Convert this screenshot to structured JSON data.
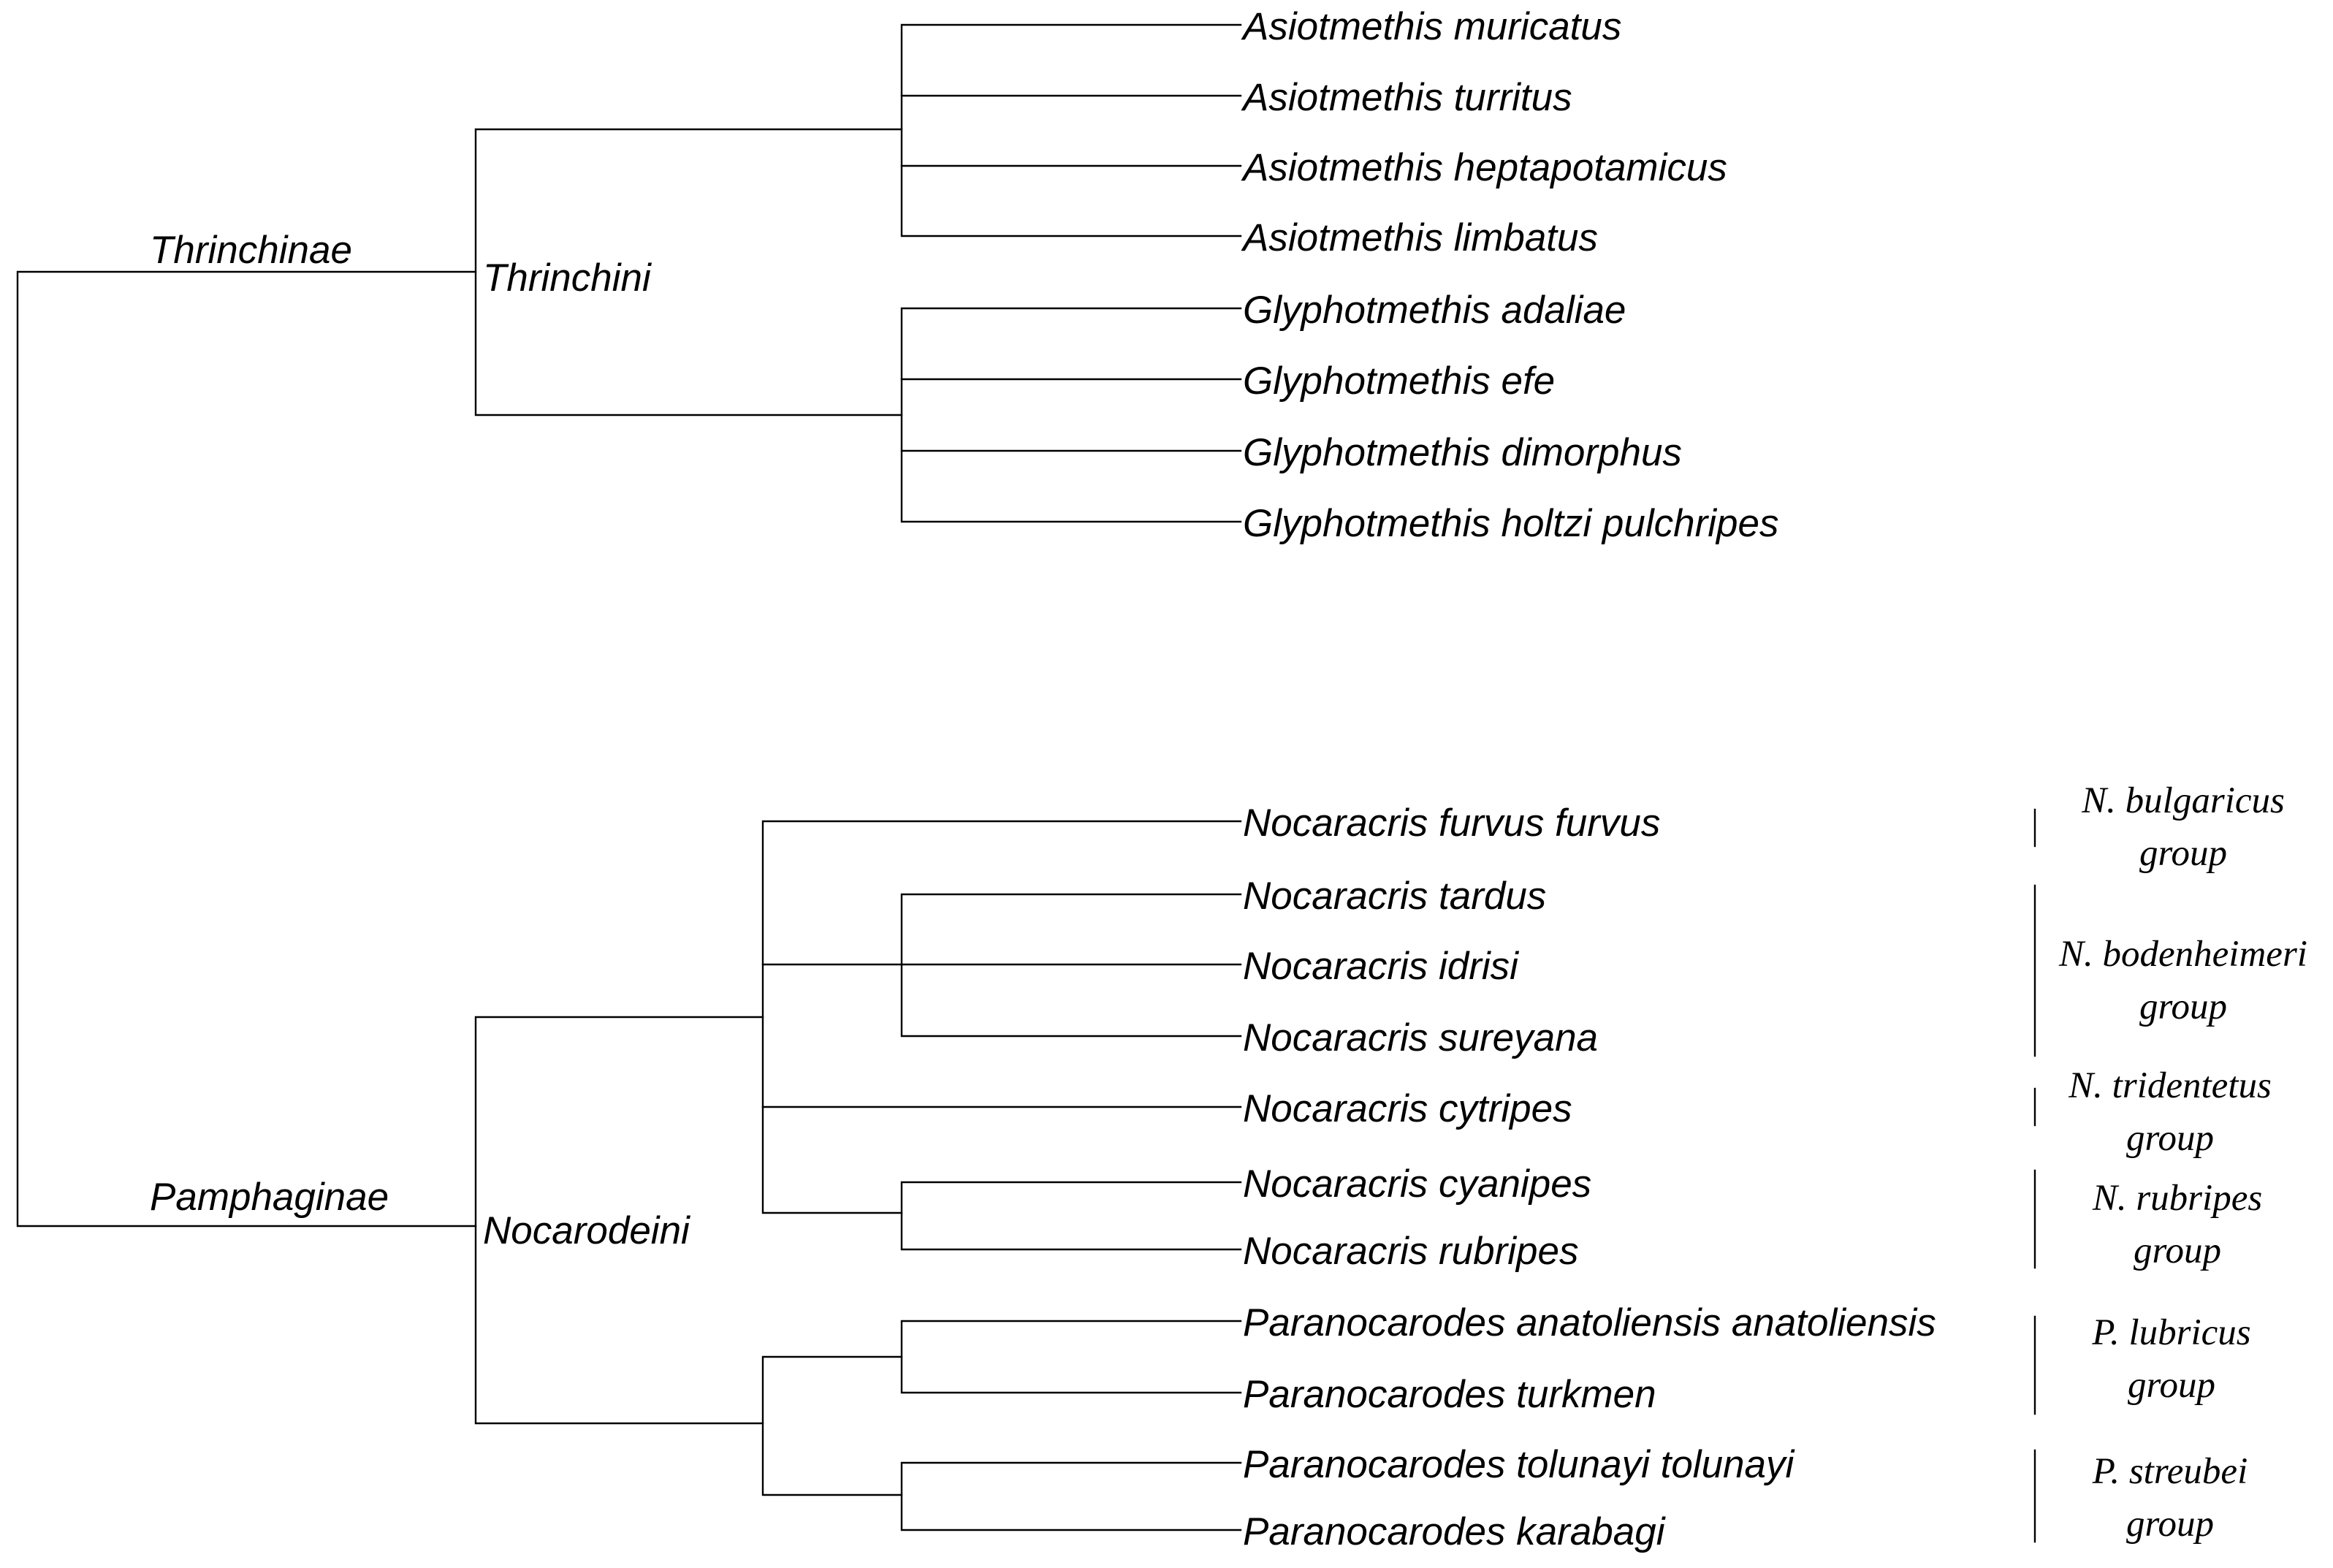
{
  "tree": {
    "subfamilies": {
      "thrinchinae": "Thrinchinae",
      "pamphaginae": "Pamphaginae"
    },
    "tribes": {
      "thrinchini": "Thrinchini",
      "nocarodeini": "Nocarodeini"
    },
    "taxa": [
      "Asiotmethis muricatus",
      "Asiotmethis turritus",
      "Asiotmethis heptapotamicus",
      "Asiotmethis limbatus",
      "Glyphotmethis adaliae",
      "Glyphotmethis efe",
      "Glyphotmethis dimorphus",
      "Glyphotmethis holtzi pulchripes",
      "Nocaracris furvus furvus",
      "Nocaracris tardus",
      "Nocaracris idrisi",
      "Nocaracris sureyana",
      "Nocaracris cytripes",
      "Nocaracris cyanipes",
      "Nocaracris rubripes",
      "Paranocarodes anatoliensis anatoliensis",
      "Paranocarodes turkmen",
      "Paranocarodes tolunayi tolunayi",
      "Paranocarodes karabagi"
    ],
    "groups": [
      {
        "line1": "N. bulgaricus",
        "line2": "group"
      },
      {
        "line1": "N. bodenheimeri",
        "line2": "group"
      },
      {
        "line1": "N. tridentetus",
        "line2": "group"
      },
      {
        "line1": "N. rubripes",
        "line2": "group"
      },
      {
        "line1": "P. lubricus",
        "line2": "group"
      },
      {
        "line1": "P. streubei",
        "line2": "group"
      }
    ]
  }
}
